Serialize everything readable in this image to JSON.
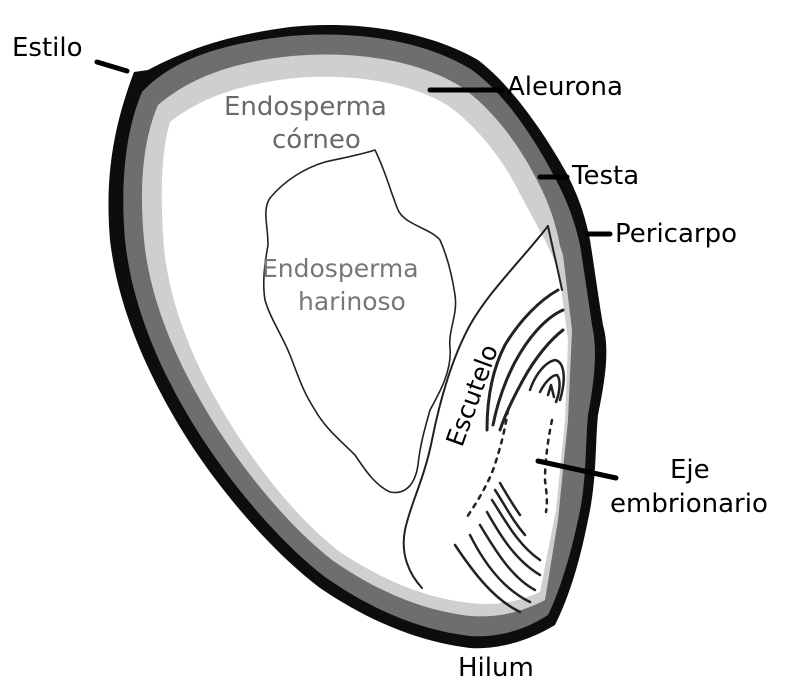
{
  "labels": {
    "estilo": "Estilo",
    "aleurona": "Aleurona",
    "testa": "Testa",
    "pericarpo": "Pericarpo",
    "endosperma_corneo_1": "Endosperma",
    "endosperma_corneo_2": "córneo",
    "endosperma_harinoso_1": "Endosperma",
    "endosperma_harinoso_2": "harinoso",
    "escutelo": "Escutelo",
    "eje_1": "Eje",
    "eje_2": "embrionario",
    "hilum": "Hilum"
  },
  "colors": {
    "pericarp": "#0d0d0d",
    "testa": "#6e6e6e",
    "aleurone": "#cfcfcf",
    "endosperm": "#ffffff",
    "label_grey": "#6a6a6a"
  }
}
